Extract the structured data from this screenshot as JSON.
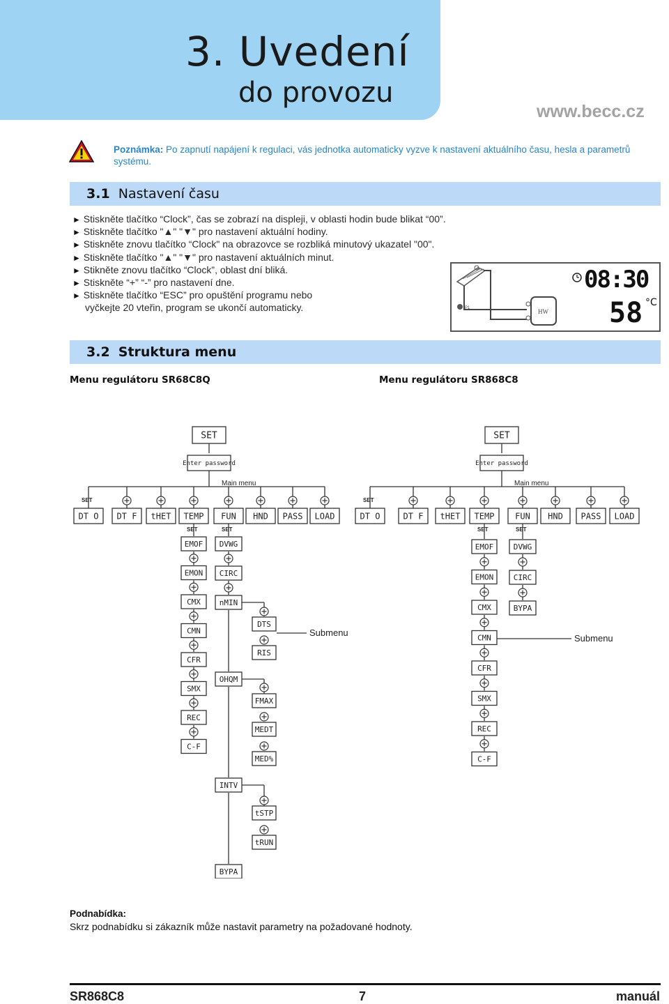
{
  "header": {
    "title_line1": "3. Uvedení",
    "title_line2": "do provozu",
    "website": "www.becc.cz"
  },
  "note": {
    "label": "Poznámka:",
    "text": " Po zapnutí napájení k regulaci, vás jednotka automaticky vyzve k nastavení aktuálního času, hesla a parametrů systému."
  },
  "section_31": {
    "number": "3.1",
    "title": "Nastavení času"
  },
  "steps": [
    "Stiskněte tlačítko “Clock”, čas se zobrazí na displeji, v oblasti hodin bude blikat “00”.",
    "Stiskněte tlačítko \"▲\" \"▼\" pro nastavení aktuální hodiny.",
    "Stiskněte znovu tlačítko “Clock\" na obrazovce se rozbliká minutový ukazatel \"00\".",
    "Stiskněte tlačítko \"▲\" \"▼\" pro nastavení aktuálních minut.",
    "Stikněte znovu tlačítko “Clock”, oblast dní bliká.",
    "Stiskněte “+” “-” pro nastavení dne.",
    "Stiskněte tlačítko “ESC” pro opuštění programu nebo"
  ],
  "steps_continuation": "vyčkejte 20 vteřin, program se ukončí automaticky.",
  "lcd": {
    "time": "08:30",
    "temp": "58",
    "unit": "°C",
    "tank_label": "HW",
    "pump_label": "P1"
  },
  "section_32": {
    "number": "3.2",
    "title": "Struktura menu"
  },
  "menu_left_title": "Menu regulátoru SR68C8Q",
  "menu_right_title": "Menu regulátoru SR868C8",
  "diagram_common": {
    "set": "SET",
    "password": "Enter password",
    "main_menu": "Main menu",
    "submenu": "Submenu",
    "small_set": "SET"
  },
  "diagram_left": {
    "main": [
      "DT O",
      "DT F",
      "tHET",
      "TEMP",
      "FUN",
      "HND",
      "PASS",
      "LOAD"
    ],
    "temp_sub": [
      "EMOF",
      "EMON",
      "CMX",
      "CMN",
      "CFR",
      "SMX",
      "REC",
      "C-F"
    ],
    "fun_sub": [
      "DVWG",
      "CIRC",
      "nMIN",
      "OHQM",
      "INTV",
      "BYPA"
    ],
    "nmin_sub": [
      "DTS",
      "RIS"
    ],
    "ohqm_sub": [
      "FMAX",
      "MEDT",
      "MED%"
    ],
    "intv_sub": [
      "tSTP",
      "tRUN"
    ]
  },
  "diagram_right": {
    "main": [
      "DT O",
      "DT F",
      "tHET",
      "TEMP",
      "FUN",
      "HND",
      "PASS",
      "LOAD"
    ],
    "temp_sub": [
      "EMOF",
      "EMON",
      "CMX",
      "CMN",
      "CFR",
      "SMX",
      "REC",
      "C-F"
    ],
    "fun_sub": [
      "DVWG",
      "CIRC",
      "BYPA"
    ]
  },
  "subnote": {
    "title": "Podnabídka:",
    "text": "Skrz podnabídku si zákazník může nastavit parametry na požadované hodnoty."
  },
  "footer": {
    "model": "SR868C8",
    "page": "7",
    "doc": "manuál"
  },
  "colors": {
    "header_bg": "#9ed3f3",
    "section_bg": "#bcdaf7",
    "note_blue": "#2a86c8",
    "warn_red": "#c8102e"
  }
}
